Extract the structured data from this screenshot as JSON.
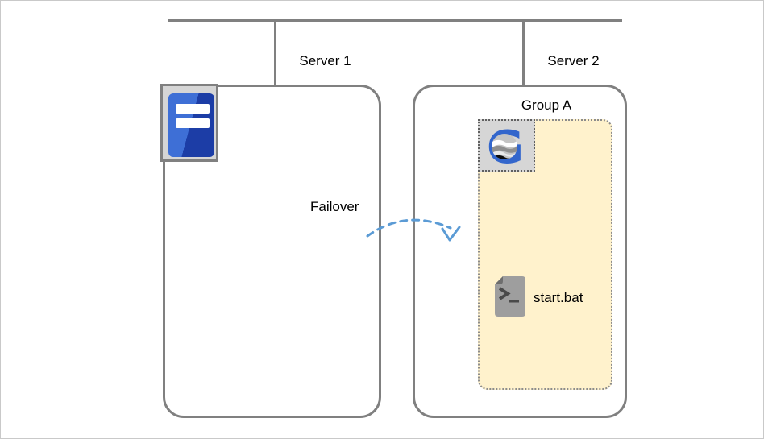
{
  "servers": [
    {
      "id": "server1",
      "label": "Server 1",
      "icon": "server-icon"
    },
    {
      "id": "server2",
      "label": "Server 2"
    }
  ],
  "group": {
    "label": "Group A",
    "icon": "app-globe-icon",
    "fill": "#FFF2CC",
    "items": [
      {
        "label": "start.bat",
        "icon": "script-file-icon"
      }
    ]
  },
  "failover": {
    "label": "Failover",
    "arrow_color": "#5b9bd5"
  },
  "colors": {
    "line_gray": "#808080",
    "icon_tray_gray": "#D6D6D6",
    "server_blue_light": "#3E6FD6",
    "server_blue_dark": "#1C3DA6",
    "logo_blue": "#3366CC",
    "group_fill": "#FFF2CC"
  }
}
